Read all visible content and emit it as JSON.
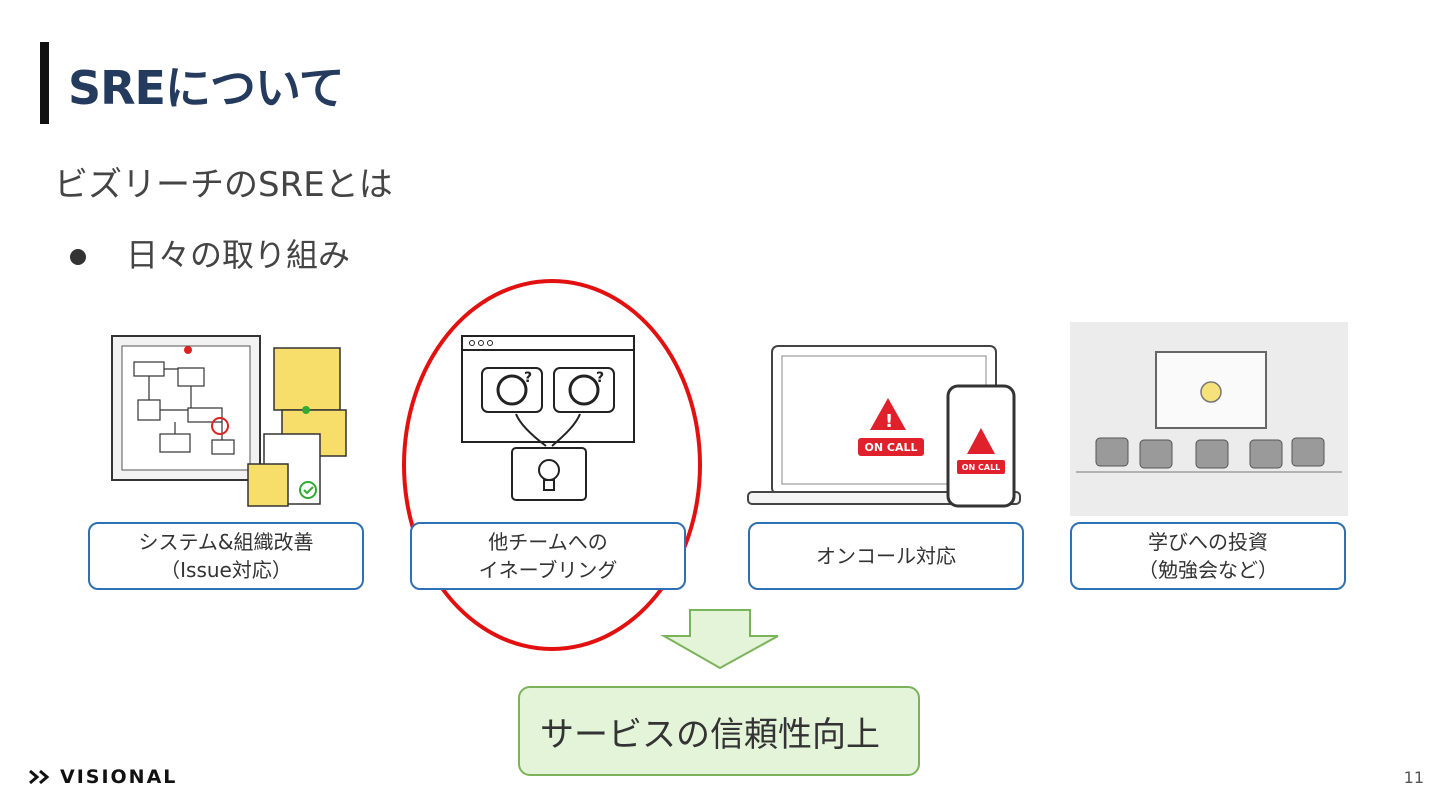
{
  "slide": {
    "title": "SREについて",
    "subtitle": "ビズリーチのSREとは",
    "bullet": "日々の取り組み",
    "cards": [
      {
        "line1": "システム&組織改善",
        "line2": "（Issue対応）"
      },
      {
        "line1": "他チームへの",
        "line2": "イネーブリング"
      },
      {
        "line1": "オンコール対応",
        "line2": ""
      },
      {
        "line1": "学びへの投資",
        "line2": "（勉強会など）"
      }
    ],
    "oncall_badge": "ON CALL",
    "oncall_badge_small": "ON CALL",
    "result": "サービスの信頼性向上",
    "logo": "VISIONAL",
    "page_number": "11"
  },
  "colors": {
    "title": "#243b5e",
    "card_border": "#2f6fb3",
    "highlight_circle": "#e31010",
    "result_fill": "#e3f4d9",
    "result_border": "#7bb35a",
    "alert_red": "#e0202a"
  }
}
